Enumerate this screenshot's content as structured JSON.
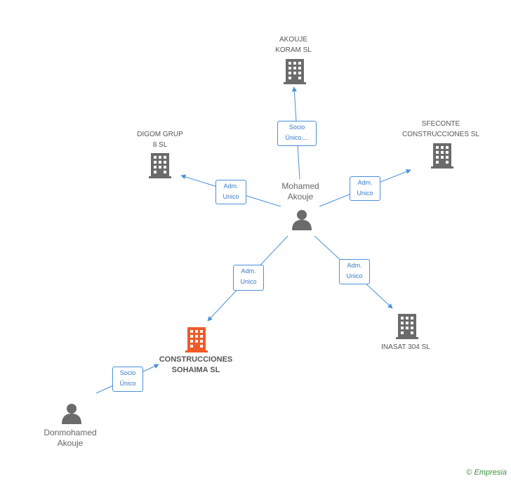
{
  "colors": {
    "building": "#6b6b6b",
    "focus_building": "#f05a28",
    "person": "#6b6b6b",
    "edge": "#4a90d9",
    "brand": "#3a8f3a"
  },
  "nodes": {
    "akouje_koram": {
      "line1": "AKOUJE",
      "line2": "KORAM SL",
      "icon": "building-icon"
    },
    "digom": {
      "line1": "DIGOM GRUP",
      "line2": "8 SL",
      "icon": "building-icon"
    },
    "sfeconte": {
      "line1": "SFECONTE",
      "line2": "CONSTRUCCIONES SL",
      "icon": "building-icon"
    },
    "mohamed": {
      "line1": "Mohamed",
      "line2": "Akouje",
      "icon": "person-icon"
    },
    "inasat": {
      "line1": "INASAT 304 SL",
      "icon": "building-icon"
    },
    "sohaima": {
      "line1": "CONSTRUCCIONES",
      "line2": "SOHAIMA SL",
      "icon": "building-icon"
    },
    "donmohamed": {
      "line1": "Donmohamed",
      "line2": "Akouje",
      "icon": "person-icon"
    }
  },
  "edges": {
    "to_akouje": {
      "line1": "Socio",
      "line2": "Único,..."
    },
    "to_digom": {
      "line1": "Adm.",
      "line2": "Unico"
    },
    "to_sfeconte": {
      "line1": "Adm.",
      "line2": "Unico"
    },
    "to_sohaima": {
      "line1": "Adm.",
      "line2": "Unico"
    },
    "to_inasat": {
      "line1": "Adm.",
      "line2": "Unico"
    },
    "don_to_sohaima": {
      "line1": "Socio",
      "line2": "Único"
    }
  },
  "footer": {
    "copyright": "©",
    "brand": "Empresia"
  }
}
